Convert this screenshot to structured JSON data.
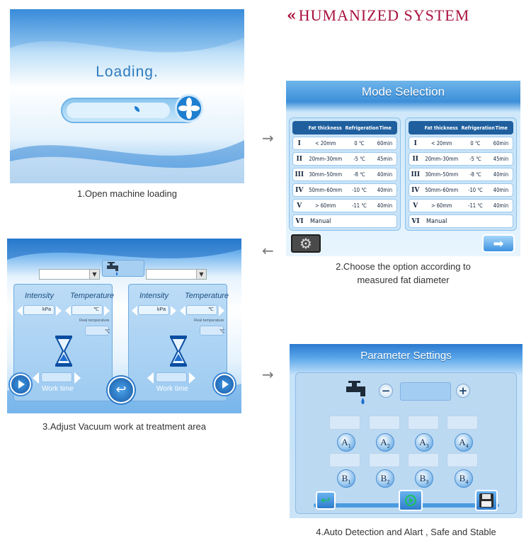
{
  "header": {
    "chevron": "«",
    "title": "HUMANIZED SYSTEM",
    "accent": "#a8123e"
  },
  "arrows": [
    "→",
    "←",
    "→"
  ],
  "panel1": {
    "loading_text": "Loading.",
    "caption": "1.Open machine loading"
  },
  "panel2": {
    "title": "Mode Selection",
    "headers": [
      "Fat thickness",
      "Refrigeration",
      "Time"
    ],
    "rows": [
      {
        "num": "I",
        "fat": "< 20mm",
        "ref": "0 ℃",
        "time": "60min"
      },
      {
        "num": "II",
        "fat": "20mm–30mm",
        "ref": "-5 ℃",
        "time": "45min"
      },
      {
        "num": "III",
        "fat": "30mm–50mm",
        "ref": "-8 ℃",
        "time": "40min"
      },
      {
        "num": "IV",
        "fat": "50mm–60mm",
        "ref": "-10 ℃",
        "time": "40min"
      },
      {
        "num": "V",
        "fat": "> 60mm",
        "ref": "-11 ℃",
        "time": "40min"
      }
    ],
    "manual": {
      "num": "VI",
      "label": "Manual"
    },
    "next_icon": "➡",
    "settings_icon": "⚙",
    "caption_line1": "2.Choose the option according to",
    "caption_line2": "measured fat diameter"
  },
  "panel3": {
    "intensity_label": "Intensity",
    "temperature_label": "Temperature",
    "kpa": "kPa",
    "celsius": "℃",
    "real_temp": "Real temperature",
    "work_time": "Work time",
    "back_icon": "↩",
    "caption": "3.Adjust Vacuum work at treatment area"
  },
  "panel4": {
    "title": "Parameter Settings",
    "minus": "−",
    "plus": "+",
    "a_buttons": [
      {
        "letter": "A",
        "sub": "1"
      },
      {
        "letter": "A",
        "sub": "2"
      },
      {
        "letter": "A",
        "sub": "3"
      },
      {
        "letter": "A",
        "sub": "4"
      }
    ],
    "b_buttons": [
      {
        "letter": "B",
        "sub": "1"
      },
      {
        "letter": "B",
        "sub": "2"
      },
      {
        "letter": "B",
        "sub": "3"
      },
      {
        "letter": "B",
        "sub": "4"
      }
    ],
    "caption": "4.Auto Detection and Alart , Safe and Stable"
  }
}
